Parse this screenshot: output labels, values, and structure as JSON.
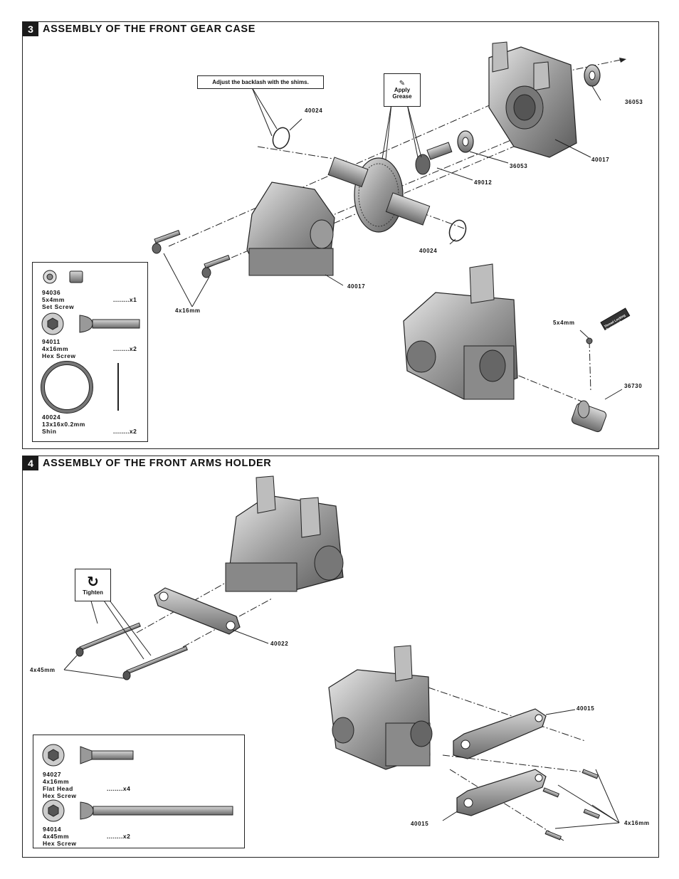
{
  "step3": {
    "number": "3",
    "title": "ASSEMBLY OF THE FRONT GEAR CASE",
    "callout_backlash": "Adjust the backlash with the shims.",
    "callout_grease_line1": "Apply",
    "callout_grease_line2": "Grease",
    "labels": {
      "shim_top": "40024",
      "bearing_right": "36053",
      "bearing_mid": "36053",
      "case_right": "40017",
      "pinion": "49012",
      "shim_bottom": "40024",
      "case_left": "40017",
      "screws": "4x16mm",
      "set_screw": "5x4mm",
      "outdrive": "36730",
      "threadlock": "Thread Locking Compound"
    },
    "parts": [
      {
        "code": "94036",
        "size": "5x4mm",
        "name": "Set Screw",
        "qty": "........x1"
      },
      {
        "code": "94011",
        "size": "4x16mm",
        "name": "Hex Screw",
        "qty": "........x2"
      },
      {
        "code": "40024",
        "size": "13x16x0.2mm",
        "name": "Shin",
        "qty": "........x2"
      }
    ]
  },
  "step4": {
    "number": "4",
    "title": "ASSEMBLY OF THE FRONT ARMS HOLDER",
    "callout_tighten": "Tighten",
    "labels": {
      "holder": "40022",
      "long_screws": "4x45mm",
      "arm_top": "40015",
      "arm_bottom": "40015",
      "short_screws": "4x16mm"
    },
    "parts": [
      {
        "code": "94027",
        "size": "4x16mm",
        "name": "Flat Head",
        "name2": "Hex Screw",
        "qty": "........x4"
      },
      {
        "code": "94014",
        "size": "4x45mm",
        "name": "Hex Screw",
        "qty": "........x2"
      }
    ]
  }
}
